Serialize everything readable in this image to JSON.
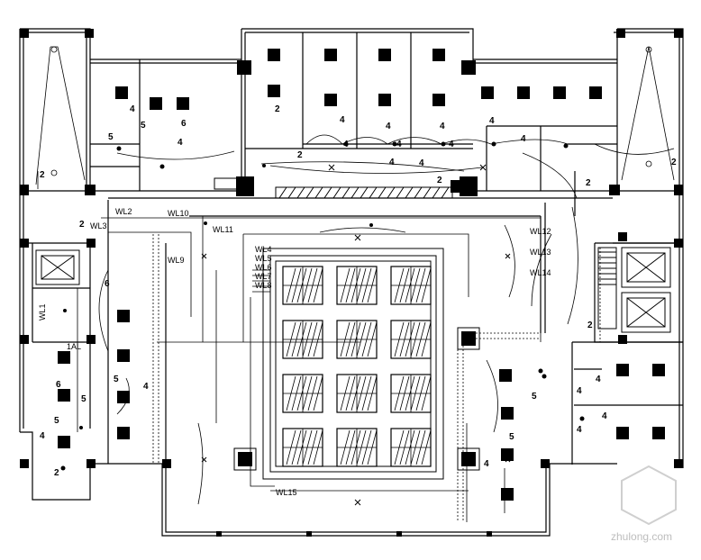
{
  "circuit_labels": {
    "wl2": "WL2",
    "wl3": "WL3",
    "wl10": "WL10",
    "wl11": "WL11",
    "wl9": "WL9",
    "wl4": "WL4",
    "wl5": "WL5",
    "wl6": "WL6",
    "wl7": "WL7",
    "wl8": "WL8",
    "wl12": "WL12",
    "wl13": "WL13",
    "wl14": "WL14",
    "wl15": "WL15",
    "wl1": "WL1",
    "al": "1AL"
  },
  "wire_counts": {
    "n2": "2",
    "n4": "4",
    "n5": "5",
    "n6": "6"
  },
  "watermark": "zhulong.com"
}
